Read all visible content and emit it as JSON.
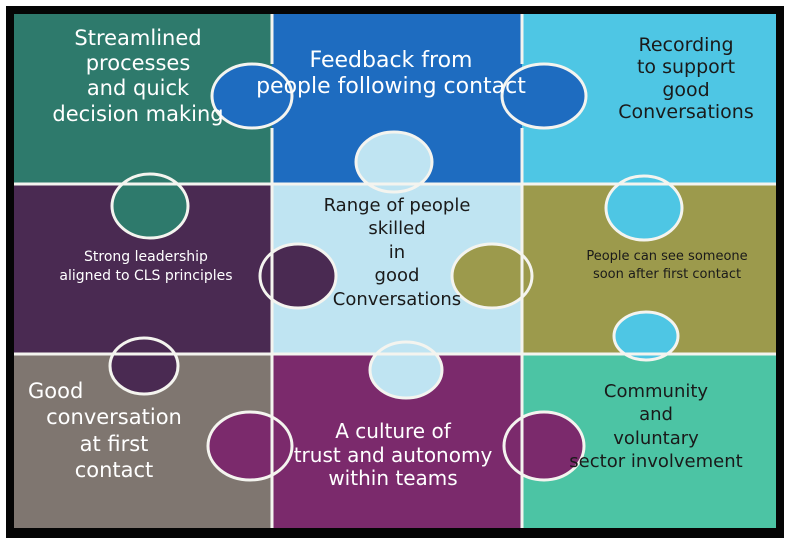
{
  "colors": {
    "border": "#050505",
    "teal_green": "#2e7a6c",
    "royal_blue": "#1e6cc0",
    "sky_cyan": "#4ec6e4",
    "deep_purple": "#4a2a52",
    "pale_blue": "#bfe4f2",
    "olive": "#9c9a4c",
    "taupe": "#7f7670",
    "magenta_purple": "#7b2a6c",
    "mint_teal": "#4cc4a4",
    "outline": "#f4f4ef"
  },
  "pieces": {
    "top_left": {
      "lines": [
        "Streamlined",
        "processes",
        "and quick",
        "decision making"
      ]
    },
    "top_middle": {
      "lines": [
        "Feedback from",
        "people following contact"
      ]
    },
    "top_right": {
      "lines": [
        "Recording",
        "to support",
        "good",
        "Conversations"
      ]
    },
    "middle_left": {
      "lines": [
        "Strong leadership",
        "aligned to CLS principles"
      ]
    },
    "center": {
      "lines": [
        "Range of people",
        "skilled",
        "in",
        "good",
        "Conversations"
      ]
    },
    "middle_right": {
      "lines": [
        "People can see someone",
        "soon after first contact"
      ]
    },
    "bottom_left": {
      "lines": [
        "Good",
        "conversation",
        "at first",
        "contact"
      ]
    },
    "bottom_middle": {
      "lines": [
        "A culture of",
        "trust and autonomy",
        "within teams"
      ]
    },
    "bottom_right": {
      "lines": [
        "Community",
        "and",
        "voluntary",
        "sector involvement"
      ]
    }
  }
}
